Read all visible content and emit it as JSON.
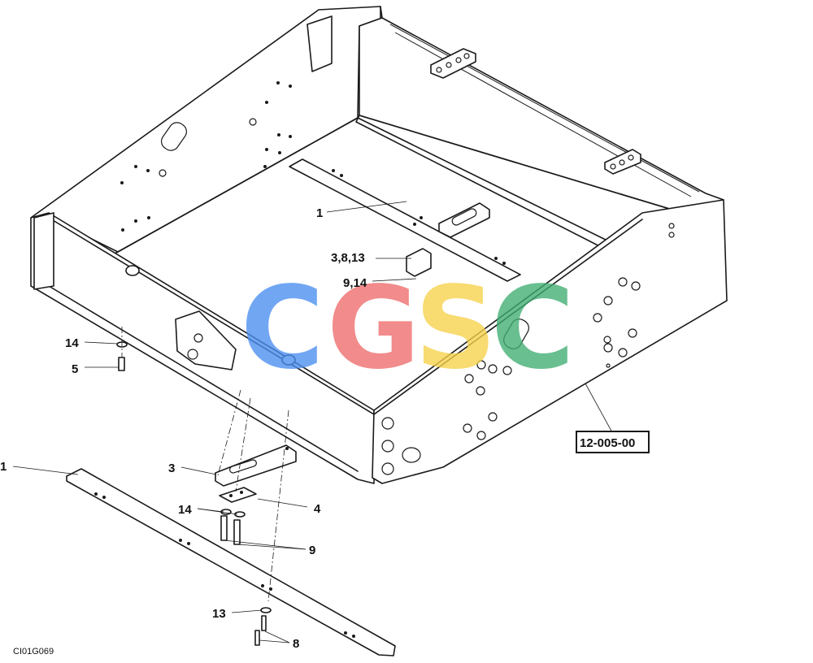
{
  "callouts": {
    "c1_top": "1",
    "c3_8_13": "3,8,13",
    "c9_14": "9,14",
    "c14_left": "14",
    "c5": "5",
    "c1_bottom": "1",
    "c3": "3",
    "c4": "4",
    "c14_bottom": "14",
    "c9": "9",
    "c13": "13",
    "c8": "8"
  },
  "reference_box": "12-005-00",
  "drawing_code": "CI01G069",
  "watermark": {
    "letters": [
      "C",
      "G",
      "S",
      "C"
    ],
    "colors": [
      "#4a8ef0",
      "#ef6b6b",
      "#f7d24a",
      "#3fae72"
    ]
  }
}
